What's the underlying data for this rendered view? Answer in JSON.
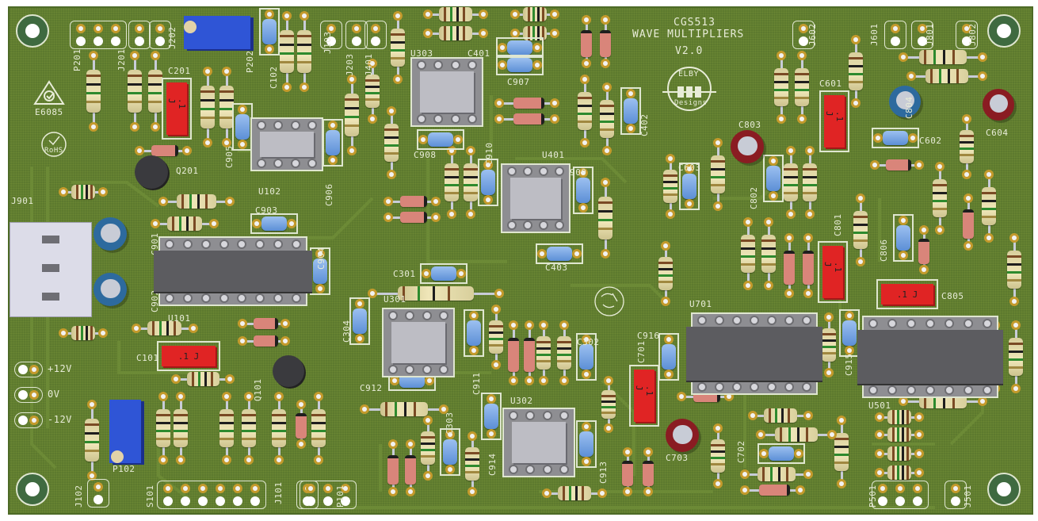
{
  "board": {
    "title_line1": "CGS513",
    "title_line2": "WAVE MULTIPLIERS",
    "version": "V2.0",
    "brand_top": "ELBY",
    "brand_bottom": "Designs",
    "cert_code": "E6085",
    "rohs_label": "RoHS",
    "colors": {
      "pcb": "#5d7a2e",
      "silk": "#e8ecd8",
      "pad": "#c49a2c",
      "film_cap": "#e02424",
      "ceramic_cap": "#6f9fe0",
      "ic": "#5c5c60"
    }
  },
  "power_labels": [
    "+12V",
    "0V",
    "-12V"
  ],
  "ics": [
    {
      "ref": "U101",
      "type": "DIP16"
    },
    {
      "ref": "U102",
      "type": "DIP8"
    },
    {
      "ref": "U301",
      "type": "DIP8"
    },
    {
      "ref": "U302",
      "type": "DIP8"
    },
    {
      "ref": "U303",
      "type": "DIP8"
    },
    {
      "ref": "U401",
      "type": "DIP8"
    },
    {
      "ref": "U501",
      "type": "DIP14"
    },
    {
      "ref": "U701",
      "type": "DIP14"
    }
  ],
  "film_caps": [
    {
      "ref": "C101",
      "value": ".1 J"
    },
    {
      "ref": "C201",
      "value": ".1 J"
    },
    {
      "ref": "C601",
      "value": ".1 J"
    },
    {
      "ref": "C701",
      "value": ".1 J"
    },
    {
      "ref": "C801",
      "value": ".1 J"
    },
    {
      "ref": "C805",
      "value": ".1 J"
    }
  ],
  "ceramic_caps": [
    "C102",
    "C301",
    "C302",
    "C303",
    "C304",
    "C401",
    "C402",
    "C403",
    "C602",
    "C603",
    "C702",
    "C802",
    "C806",
    "C903",
    "C904",
    "C905",
    "C906",
    "C907",
    "C908",
    "C909",
    "C910",
    "C911",
    "C912",
    "C913",
    "C914",
    "C915",
    "C916"
  ],
  "electrolytic_caps": [
    "C604",
    "C703",
    "C803",
    "C804",
    "C901",
    "C902"
  ],
  "transistors": [
    "Q101",
    "Q201"
  ],
  "trimmers": [
    "P102",
    "P202"
  ],
  "headers": [
    "J101",
    "J102",
    "J103",
    "J201",
    "J202",
    "J203",
    "J401",
    "J501",
    "J601",
    "J602",
    "J801",
    "J802",
    "P101",
    "P201",
    "P501",
    "S101"
  ],
  "connector": {
    "ref": "J901"
  }
}
